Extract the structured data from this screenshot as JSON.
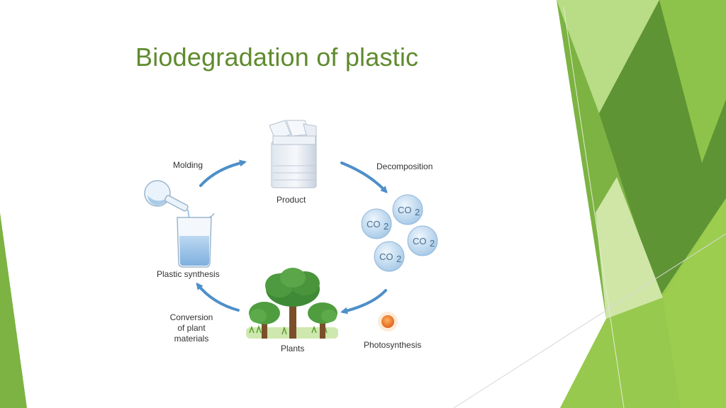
{
  "slide": {
    "title": "Biodegradation of plastic"
  },
  "diagram": {
    "stages": {
      "molding": "Molding",
      "product": "Product",
      "decomposition": "Decomposition",
      "photosynthesis": "Photosynthesis",
      "plants": "Plants",
      "conversion": "Conversion\nof plant\nmaterials",
      "plastic_synthesis": "Plastic synthesis"
    },
    "co2_label": "CO",
    "co2_subscript": "2",
    "co2_bubble_count": 4
  },
  "colors": {
    "title": "#5f8b2e",
    "arrow": "#4d8fc9",
    "green_light": "#a6d15a",
    "green_mid": "#86bc3a",
    "green_dark": "#5d9a2a",
    "sun": "#e87a2a",
    "bubble": "#c5ddf2"
  }
}
